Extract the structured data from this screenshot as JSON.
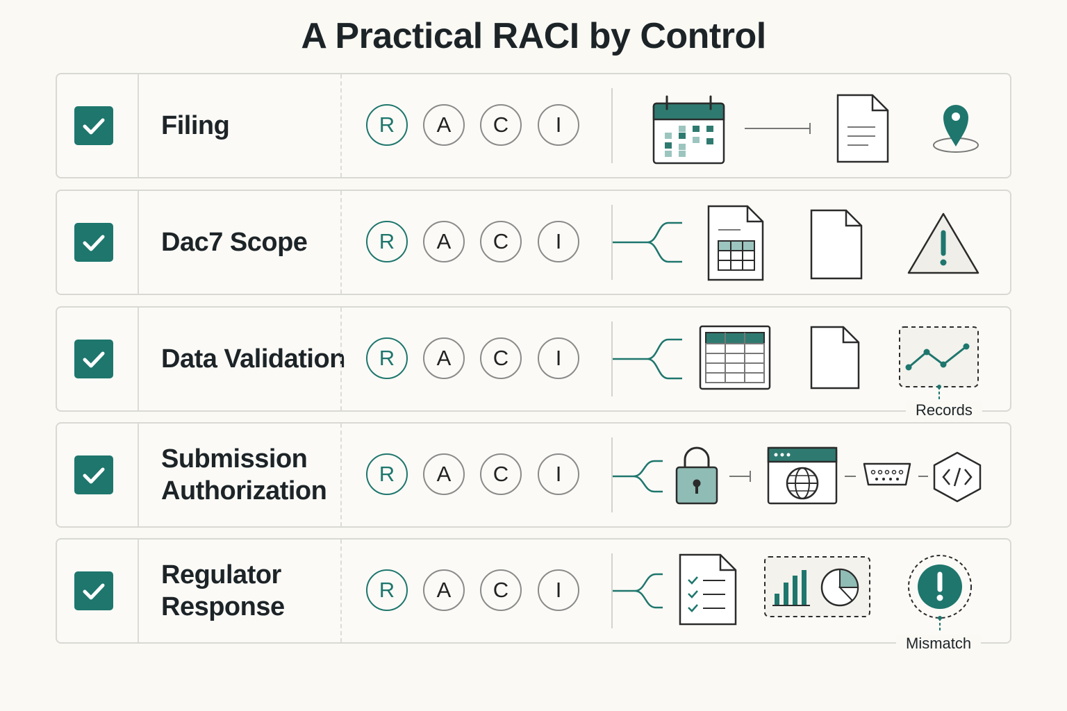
{
  "title": "A Practical RACI by Control",
  "raci_letters": [
    "R",
    "A",
    "C",
    "I"
  ],
  "accent_color": "#1e766d",
  "rows": [
    {
      "label": "Filing",
      "checked": true,
      "icons": [
        "calendar-icon",
        "document-icon",
        "location-pin-icon"
      ]
    },
    {
      "label": "Dac7 Scope",
      "checked": true,
      "icons": [
        "spreadsheet-document-icon",
        "document-icon",
        "warning-icon"
      ]
    },
    {
      "label": "Data Validation",
      "checked": true,
      "icons": [
        "table-icon",
        "document-icon",
        "line-chart-icon"
      ],
      "annotation": "Records"
    },
    {
      "label": "Submission\nAuthorization",
      "checked": true,
      "icons": [
        "padlock-icon",
        "browser-globe-icon",
        "serial-port-icon",
        "code-hexagon-icon"
      ]
    },
    {
      "label": "Regulator\nResponse",
      "checked": true,
      "icons": [
        "checklist-icon",
        "bar-pie-chart-icon",
        "alert-circle-icon"
      ],
      "annotation": "Mismatch"
    }
  ]
}
